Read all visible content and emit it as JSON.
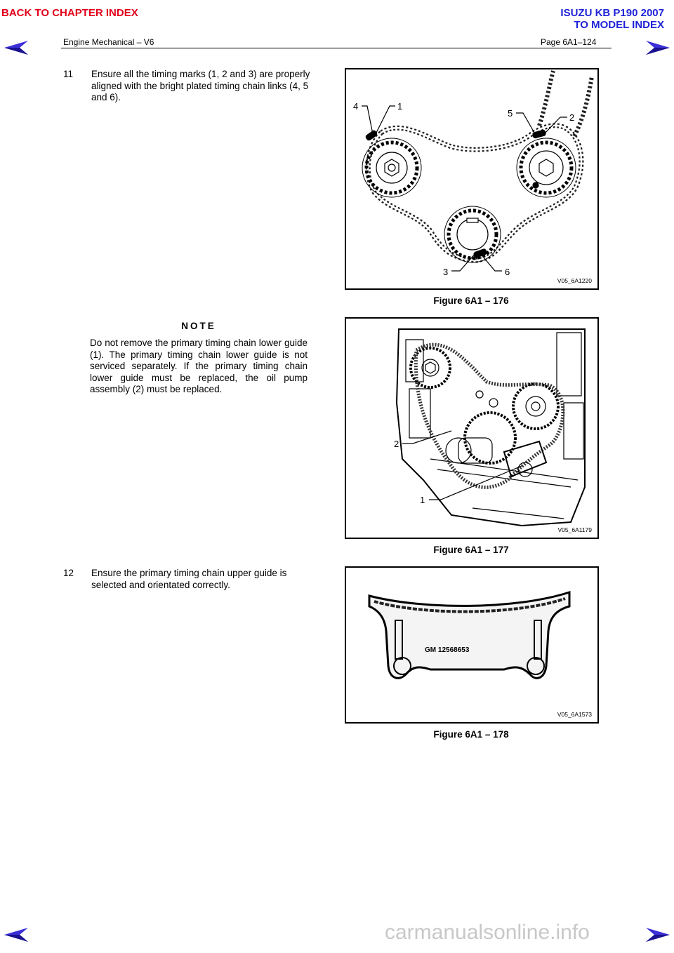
{
  "nav": {
    "back_chapter": "BACK TO CHAPTER INDEX",
    "model_title": "ISUZU KB P190 2007",
    "model_index": "TO MODEL INDEX"
  },
  "header": {
    "section": "Engine Mechanical – V6",
    "page": "Page 6A1–124"
  },
  "step11": {
    "number": "11",
    "text_line1": "Ensure all the timing marks (1, 2 and 3) are properly",
    "text_line2": "aligned with the bright plated timing chain links (4, 5",
    "text_line3": "and 6)."
  },
  "note": {
    "title": "NOTE",
    "body": "Do not remove the primary timing chain lower guide (1). The primary timing chain lower guide is not serviced separately. If the primary timing chain lower guide must be replaced, the oil pump assembly (2) must be replaced."
  },
  "step12": {
    "number": "12",
    "text_line1": "Ensure the primary timing chain upper guide is",
    "text_line2": "selected and orientated correctly."
  },
  "figures": [
    {
      "caption": "Figure 6A1 – 176",
      "code": "V05_6A1220",
      "callouts": [
        "1",
        "2",
        "3",
        "4",
        "5",
        "6"
      ]
    },
    {
      "caption": "Figure 6A1 – 177",
      "code": "V05_6A1179",
      "callouts": [
        "1",
        "2"
      ]
    },
    {
      "caption": "Figure 6A1 – 178",
      "code": "V05_6A1573",
      "part_marking": "GM  12568653"
    }
  ],
  "footer": {
    "watermark": "carmanualsonline.info"
  },
  "icons": {
    "prev": "arrow-left-icon",
    "next": "arrow-right-icon"
  },
  "colors": {
    "back_link": "#e2001a",
    "model_link": "#1f23d8",
    "arrow_fill": "#3b2fd6"
  }
}
